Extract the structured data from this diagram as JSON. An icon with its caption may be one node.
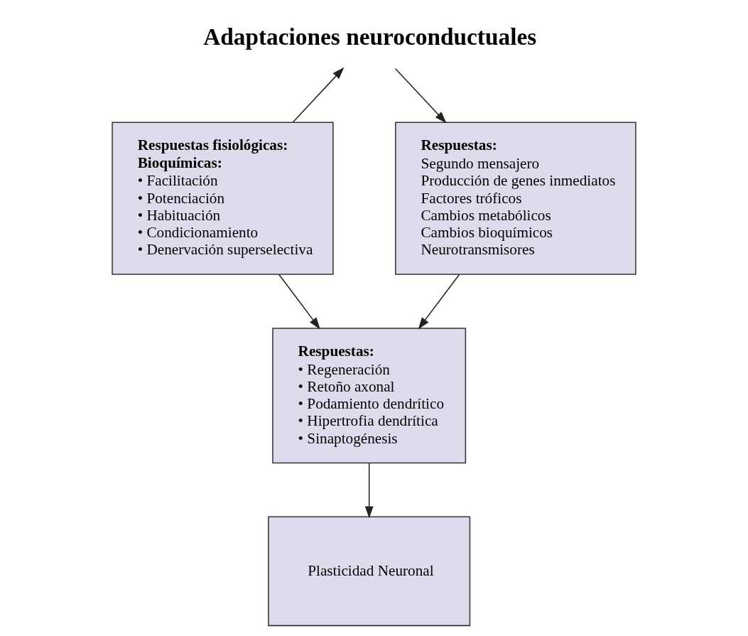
{
  "diagram": {
    "nodes": [
      {
        "text": [
          "Adaptaciones neuroconductuales"
        ]
      },
      {
        "text": [
          "Respuestas fisiológicas:",
          "Bioquímicas:",
          "• Facilitación",
          "• Potenciación",
          "• Habituación",
          "• Condicionamiento",
          "• Denervación superselectiva"
        ]
      },
      {
        "text": [
          "Respuestas:",
          "Segundo mensajero",
          "Producción de genes inmediatos",
          "Factores tróficos",
          "Cambios metabólicos",
          "Cambios bioquímicos",
          "Neurotransmisores"
        ]
      },
      {
        "text": [
          "Respuestas:",
          "• Regeneración",
          "• Retoño axonal",
          "• Podamiento dendrítico",
          "• Hipertrofia dendrítica",
          "• Sinaptogénesis"
        ]
      },
      {
        "text": [
          "Plasticidad Neuronal"
        ]
      }
    ],
    "edges": [
      {
        "from": 1,
        "to": 0,
        "arrow": "to"
      },
      {
        "from": 0,
        "to": 2,
        "arrow": "to"
      },
      {
        "from": 1,
        "to": 3,
        "arrow": "to"
      },
      {
        "from": 2,
        "to": 3,
        "arrow": "to"
      },
      {
        "from": 3,
        "to": 4,
        "arrow": "to"
      }
    ]
  }
}
